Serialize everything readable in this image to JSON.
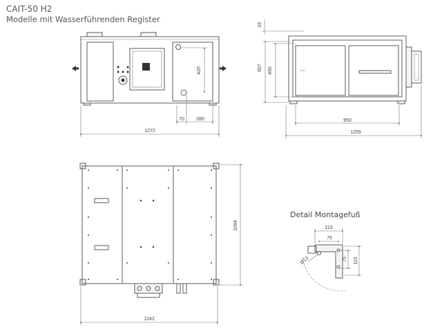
{
  "header": {
    "title": "CAIT-50 H2",
    "subtitle": "Modelle mit Wasserführenden Register"
  },
  "front_view": {
    "dims": {
      "top": "33",
      "h420": "420",
      "w70": "70",
      "w280": "280",
      "w1272": "1272"
    }
  },
  "side_view": {
    "dims": {
      "h607": "607",
      "h490": "490",
      "w950": "950",
      "w1259": "1259"
    }
  },
  "top_view": {
    "dims": {
      "h1094": "1094",
      "w1242": "1242"
    }
  },
  "detail": {
    "title": "Detail Montagefuß",
    "dims": {
      "w110": "110",
      "w75": "75",
      "h75": "75",
      "h110": "110",
      "dia": "Ø13"
    }
  }
}
